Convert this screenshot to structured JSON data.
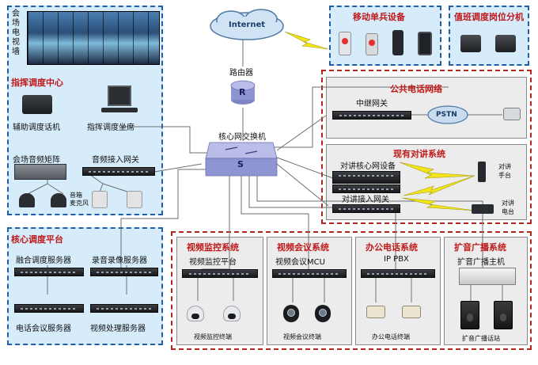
{
  "colors": {
    "accent_red": "#c01818",
    "accent_blue": "#1f5fa8",
    "lightning": "#f2e51a",
    "panel_blue": "#d6ecfb"
  },
  "internet": {
    "label": "Internet"
  },
  "router": {
    "label": "路由器",
    "glyph": "R"
  },
  "core_switch": {
    "label": "核心网交换机",
    "glyph": "S"
  },
  "venue_wall": {
    "label": "会\n场\n电\n视\n墙"
  },
  "command_center": {
    "title": "指挥调度中心",
    "aux_phone": "辅助调度话机",
    "console": "指挥调度坐席",
    "audio_matrix": "会场音频矩阵",
    "audio_gateway": "音频接入网关",
    "mic": "音箱\n麦克风"
  },
  "core_platform": {
    "title": "核心调度平台",
    "servers": [
      "融合调度服务器",
      "录音录像服务器",
      "电话会议服务器",
      "视频处理服务器"
    ]
  },
  "mobile_devices": {
    "title": "移动单兵设备",
    "icons": [
      "handheld-terminal-icon",
      "radio-terminal-icon",
      "walkie-talkie-icon",
      "smartphone-icon"
    ]
  },
  "duty_post": {
    "title": "值班调度岗位分机"
  },
  "pstn_network": {
    "title": "公共电话网络",
    "relay_gateway": "中继网关",
    "pstn": "PSTN"
  },
  "intercom_system": {
    "title": "现有对讲系统",
    "core_device": "对讲核心网设备",
    "access_gateway": "对讲接入网关",
    "handheld": "对讲\n手台",
    "base": "对讲\n电台"
  },
  "video_surveillance": {
    "title": "视频监控系统",
    "platform": "视频监控平台",
    "terminal": "视频监控终端"
  },
  "video_conference": {
    "title": "视频会议系统",
    "mcu": "视频会议MCU",
    "terminal": "视频会议终端"
  },
  "office_phone": {
    "title": "办公电话系统",
    "pbx": "IP PBX",
    "terminal": "办公电话终端"
  },
  "broadcast": {
    "title": "扩音广播系统",
    "host": "扩音广播主机",
    "terminal": "扩音广播话站"
  }
}
